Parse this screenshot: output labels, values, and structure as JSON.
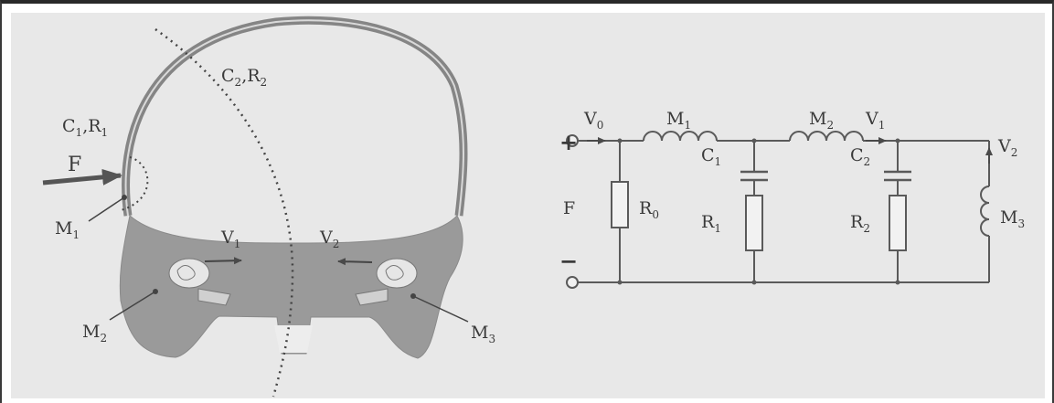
{
  "skull": {
    "capacitance_labels": [
      {
        "main": "C",
        "sub": "1",
        "sep": ",R",
        "sub2": "1"
      },
      {
        "main": "C",
        "sub": "2",
        "sep": ",R",
        "sub2": "2"
      }
    ],
    "force_label": "F",
    "mass_labels": [
      {
        "main": "M",
        "sub": "1"
      },
      {
        "main": "M",
        "sub": "2"
      },
      {
        "main": "M",
        "sub": "3"
      }
    ],
    "velocity_labels": [
      {
        "main": "V",
        "sub": "1"
      },
      {
        "main": "V",
        "sub": "2"
      }
    ]
  },
  "circuit": {
    "nodes": [
      {
        "main": "V",
        "sub": "0"
      },
      {
        "main": "V",
        "sub": "1"
      },
      {
        "main": "V",
        "sub": "2"
      }
    ],
    "inductors": [
      {
        "main": "M",
        "sub": "1"
      },
      {
        "main": "M",
        "sub": "2"
      },
      {
        "main": "M",
        "sub": "3"
      }
    ],
    "capacitors": [
      {
        "main": "C",
        "sub": "1"
      },
      {
        "main": "C",
        "sub": "2"
      }
    ],
    "resistors": [
      {
        "main": "R",
        "sub": "0"
      },
      {
        "main": "R",
        "sub": "1"
      },
      {
        "main": "R",
        "sub": "2"
      }
    ],
    "source_label": "F",
    "plus": "+",
    "minus": "−"
  }
}
